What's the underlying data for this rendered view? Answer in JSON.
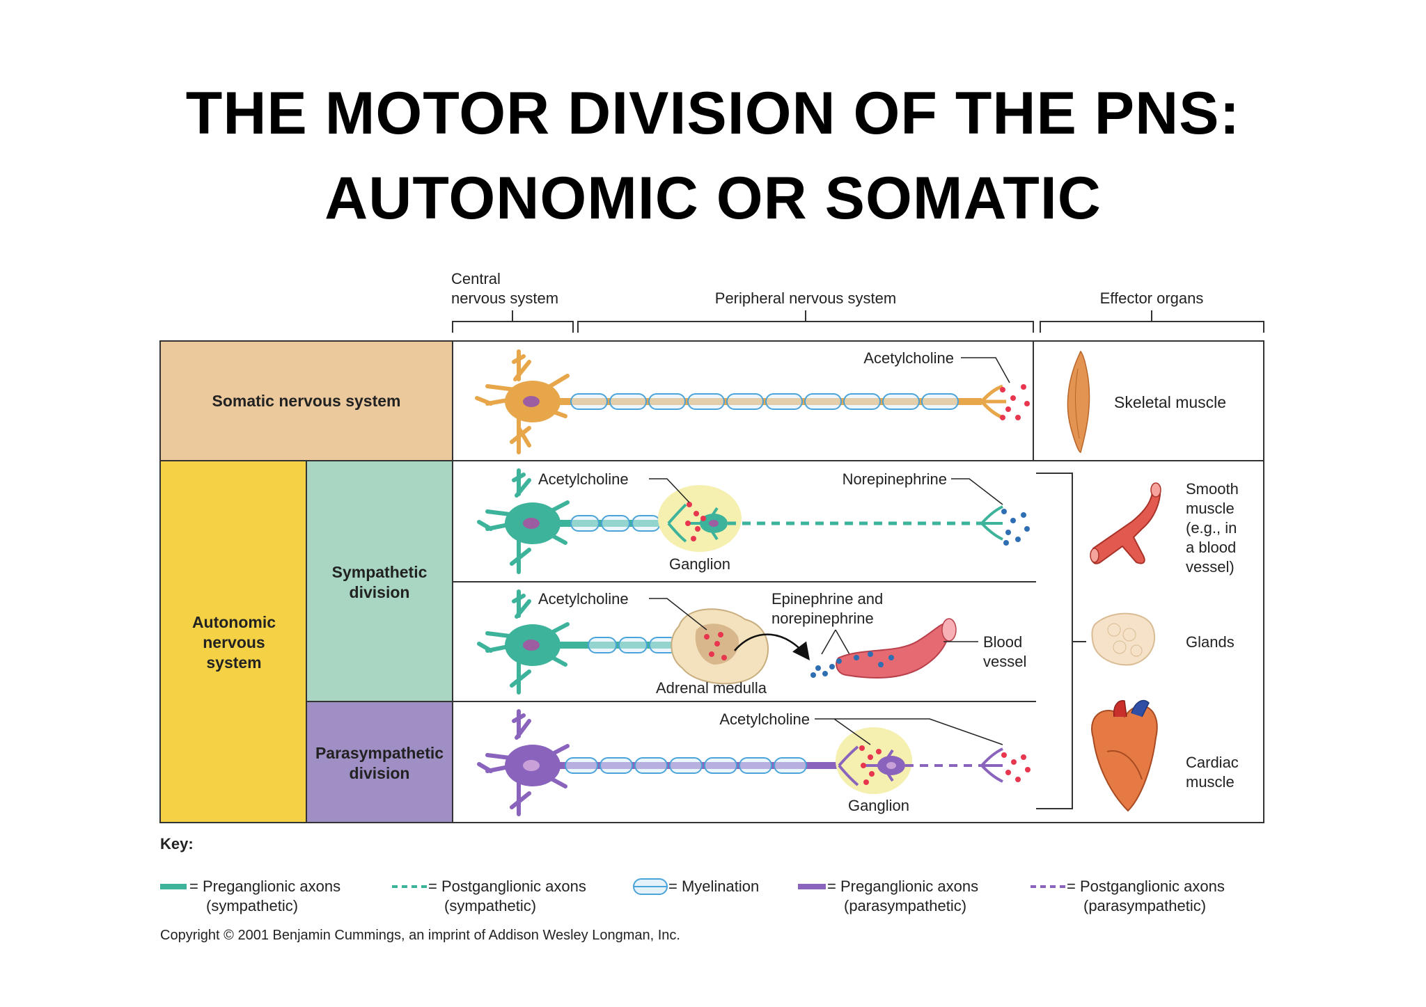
{
  "title": {
    "line1": "THE MOTOR DIVISION OF THE PNS:",
    "line2": "AUTONOMIC OR SOMATIC"
  },
  "header": {
    "cns_line1": "Central",
    "cns_line2": "nervous system",
    "pns": "Peripheral nervous system",
    "effectors": "Effector organs"
  },
  "rows": {
    "somatic": "Somatic nervous system",
    "autonomic_line1": "Autonomic",
    "autonomic_line2": "nervous",
    "autonomic_line3": "system",
    "sympathetic_line1": "Sympathetic",
    "sympathetic_line2": "division",
    "parasympathetic_line1": "Parasympathetic",
    "parasympathetic_line2": "division"
  },
  "labels": {
    "acetylcholine": "Acetylcholine",
    "norepinephrine": "Norepinephrine",
    "ganglion": "Ganglion",
    "epi_line1": "Epinephrine and",
    "epi_line2": "norepinephrine",
    "adrenal": "Adrenal medulla",
    "blood_line1": "Blood",
    "blood_line2": "vessel"
  },
  "effectors": {
    "skeletal": "Skeletal muscle",
    "smooth_line1": "Smooth",
    "smooth_line2": "muscle",
    "smooth_line3": "(e.g., in",
    "smooth_line4": "a blood",
    "smooth_line5": "vessel)",
    "glands": "Glands",
    "cardiac_line1": "Cardiac",
    "cardiac_line2": "muscle"
  },
  "key": {
    "title": "Key:",
    "pre_symp_line1": "= Preganglionic axons",
    "pre_symp_line2": "(sympathetic)",
    "post_symp_line1": "= Postganglionic axons",
    "post_symp_line2": "(sympathetic)",
    "myelination": "= Myelination",
    "pre_para_line1": "= Preganglionic axons",
    "pre_para_line2": "(parasympathetic)",
    "post_para_line1": "= Postganglionic axons",
    "post_para_line2": "(parasympathetic)"
  },
  "copyright": "Copyright © 2001 Benjamin Cummings, an imprint of Addison Wesley Longman, Inc.",
  "colors": {
    "somatic": "#ebc99c",
    "autonomic": "#f5d245",
    "sympathetic": "#a8d6c3",
    "parasympathetic": "#a08fc4",
    "somatic_neuron": "#e8a64a",
    "symp_neuron": "#3cb39a",
    "para_neuron": "#8a63bd",
    "ach": "#e8364f",
    "ne": "#2e6eb3"
  }
}
